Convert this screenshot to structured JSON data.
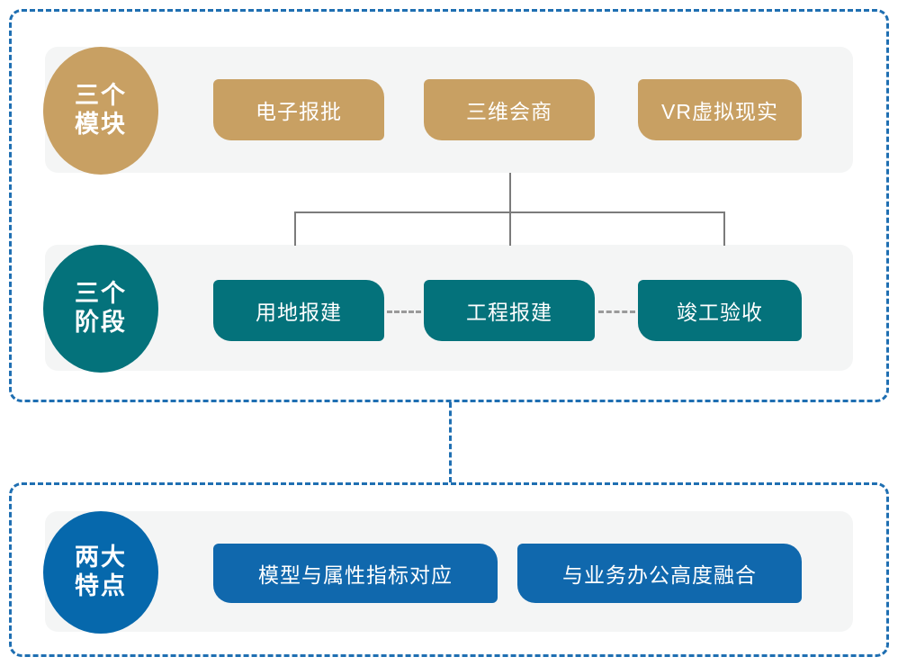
{
  "diagram": {
    "title": "三个模块 / 三个阶段 / 两大特点",
    "colors": {
      "gold": "#c8a063",
      "teal": "#04727b",
      "blue": "#1068ad",
      "dashed_border": "#1f6fb2",
      "row_background": "#f4f5f5",
      "connector_gray": "#7b7b7b",
      "stage_link_gray": "#9a9a9a",
      "node_text": "#ffffff"
    },
    "groups": [
      {
        "id": "group-top",
        "rows": [
          {
            "id": "row-modules",
            "badge": {
              "line1": "三个",
              "line2": "模块",
              "color": "#c8a063"
            },
            "nodes": [
              {
                "label": "电子报批"
              },
              {
                "label": "三维会商"
              },
              {
                "label": "VR虚拟现实"
              }
            ]
          },
          {
            "id": "row-stages",
            "badge": {
              "line1": "三个",
              "line2": "阶段",
              "color": "#04727b"
            },
            "nodes": [
              {
                "label": "用地报建"
              },
              {
                "label": "工程报建"
              },
              {
                "label": "竣工验收"
              }
            ]
          }
        ]
      },
      {
        "id": "group-bottom",
        "rows": [
          {
            "id": "row-features",
            "badge": {
              "line1": "两大",
              "line2": "特点",
              "color": "#0668ac"
            },
            "nodes": [
              {
                "label": "模型与属性指标对应"
              },
              {
                "label": "与业务办公高度融合"
              }
            ]
          }
        ]
      }
    ]
  }
}
